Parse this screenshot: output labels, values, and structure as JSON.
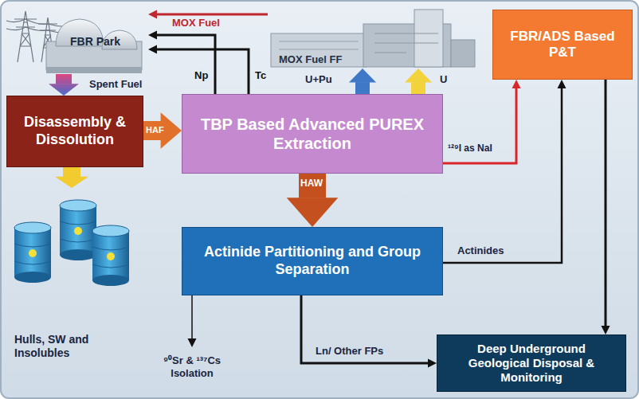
{
  "diagram": {
    "nodes": [
      {
        "text": [
          "FBR Park"
        ]
      },
      {
        "text": [
          "MOX Fuel FF"
        ]
      },
      {
        "text": [
          "FBR/ADS Based P&T"
        ]
      },
      {
        "text": [
          "Disassembly & Dissolution"
        ]
      },
      {
        "text": [
          "TBP Based Advanced PUREX Extraction"
        ]
      },
      {
        "text": [
          "Actinide Partitioning and Group Separation"
        ]
      },
      {
        "text": [
          "Deep Underground Geological Disposal & Monitoring"
        ]
      },
      {
        "text": [
          "Hulls, SW and Insolubles"
        ]
      },
      {
        "text": [
          "⁹⁰Sr & ¹³⁷Cs Isolation"
        ]
      }
    ],
    "edges": [
      {
        "from": 1,
        "to": 0,
        "label": "MOX Fuel",
        "arrow": "to"
      },
      {
        "from": 0,
        "to": 3,
        "label": "Spent Fuel",
        "arrow": "to"
      },
      {
        "from": 3,
        "to": 4,
        "label": "HAF",
        "arrow": "to"
      },
      {
        "from": 4,
        "to": 0,
        "label": "Np",
        "arrow": "to"
      },
      {
        "from": 4,
        "to": 0,
        "label": "Tc",
        "arrow": "to"
      },
      {
        "from": 4,
        "to": 1,
        "label": "U+Pu",
        "arrow": "to"
      },
      {
        "from": 4,
        "to": 1,
        "label": "U",
        "arrow": "to"
      },
      {
        "from": 4,
        "to": 2,
        "label": "¹²⁹I as NaI",
        "arrow": "to"
      },
      {
        "from": 4,
        "to": 5,
        "label": "HAW",
        "arrow": "to"
      },
      {
        "from": 5,
        "to": 2,
        "label": "Actinides",
        "arrow": "to"
      },
      {
        "from": 5,
        "to": 6,
        "label": "Ln/ Other FPs",
        "arrow": "to"
      },
      {
        "from": 5,
        "to": 8,
        "arrow": "to"
      },
      {
        "from": 2,
        "to": 6,
        "arrow": "to"
      },
      {
        "from": 3,
        "to": 7,
        "arrow": "to"
      }
    ]
  }
}
